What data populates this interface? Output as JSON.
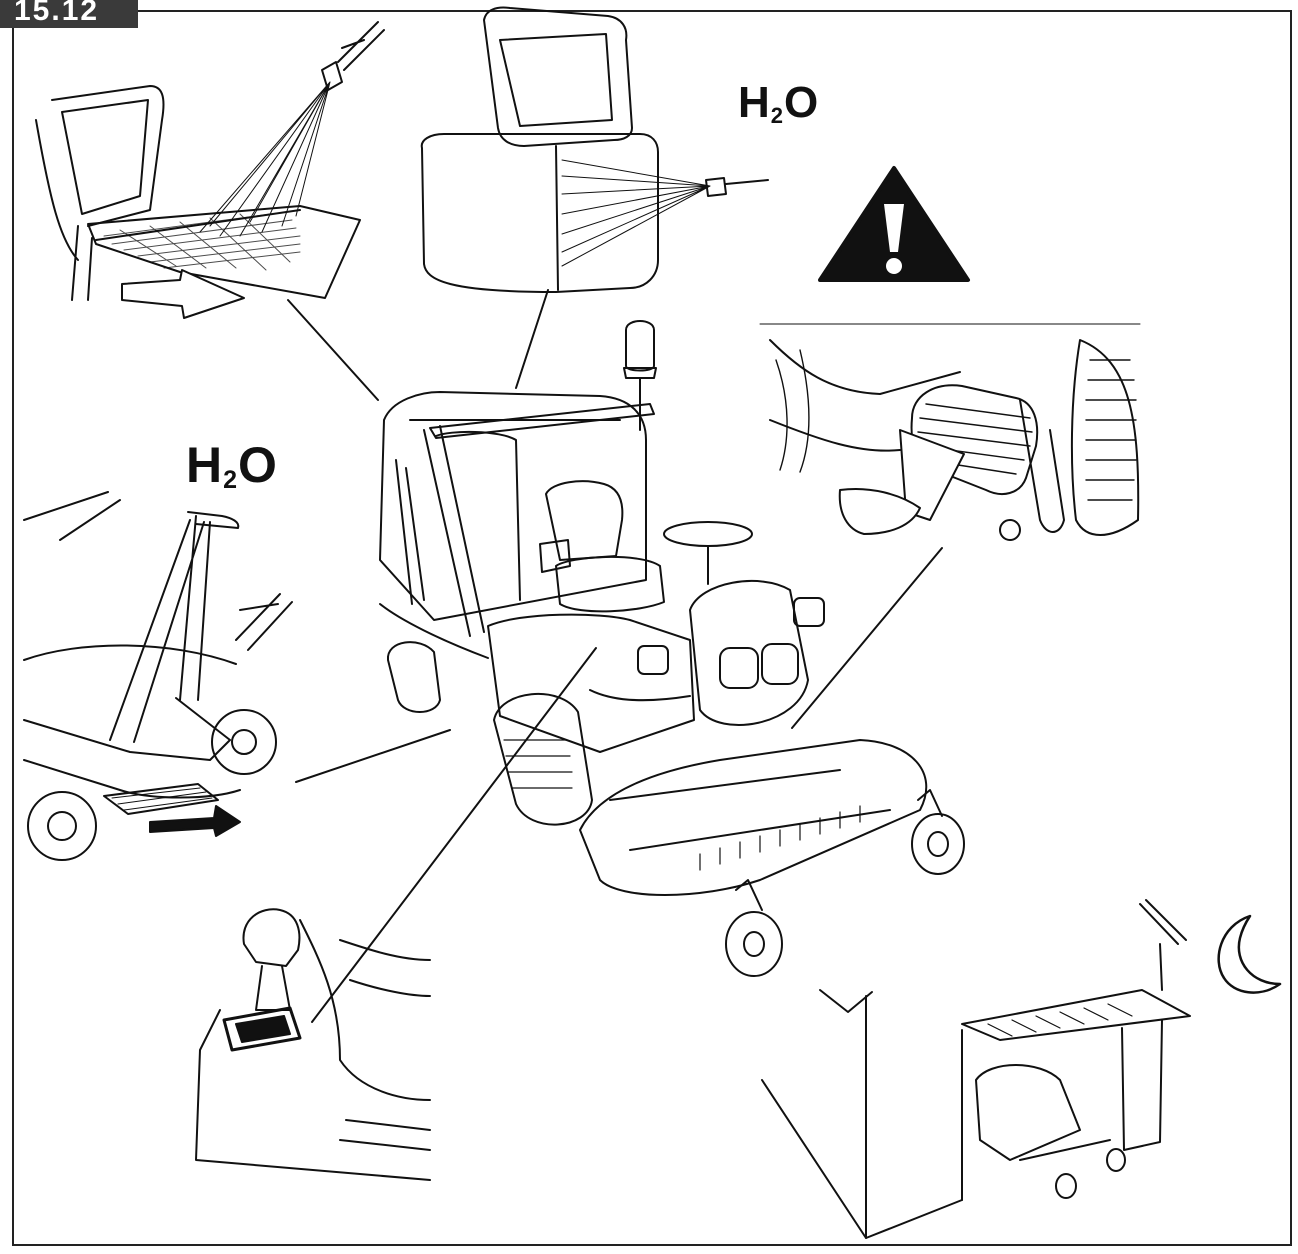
{
  "figure": {
    "number": "15.12",
    "labels": {
      "water_top": {
        "main": "H",
        "sub": "2",
        "tail": "O"
      },
      "water_left": {
        "main": "H",
        "sub": "2",
        "tail": "O"
      }
    },
    "colors": {
      "ink": "#111111",
      "badge": "#3a3a3a",
      "paper": "#ffffff"
    },
    "icons": [
      "warning-triangle-icon",
      "crescent-moon-icon",
      "rain-icon",
      "water-spray-icon",
      "arrow-right-icon"
    ]
  }
}
